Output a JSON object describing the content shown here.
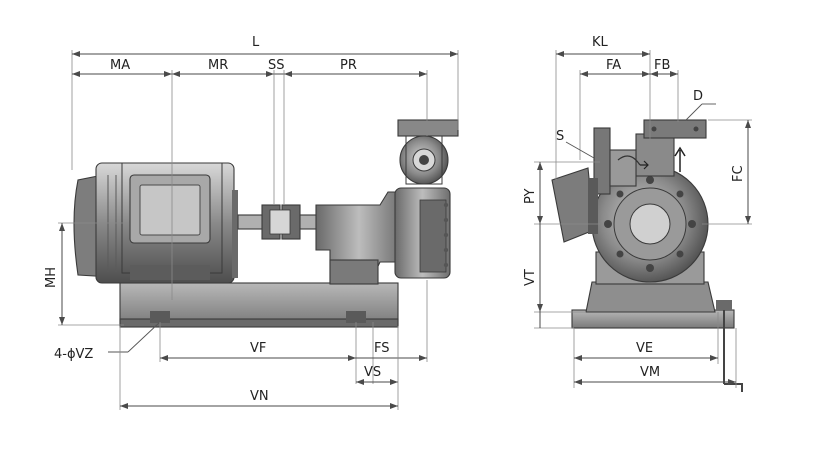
{
  "labels": {
    "L": "L",
    "MA": "MA",
    "MR": "MR",
    "SS": "SS",
    "PR": "PR",
    "MH": "MH",
    "VZ": "4-ϕVZ",
    "VF": "VF",
    "FS": "FS",
    "VS": "VS",
    "VN": "VN",
    "KL": "KL",
    "FA": "FA",
    "FB": "FB",
    "D": "D",
    "S": "S",
    "FC": "FC",
    "PY": "PY",
    "VT": "VT",
    "VE": "VE",
    "VM": "VM"
  },
  "colors": {
    "metal_dark": "#5a5a5a",
    "metal_mid": "#8c8c8c",
    "metal_light": "#c8c8c8",
    "base": "#9a9a9a"
  }
}
